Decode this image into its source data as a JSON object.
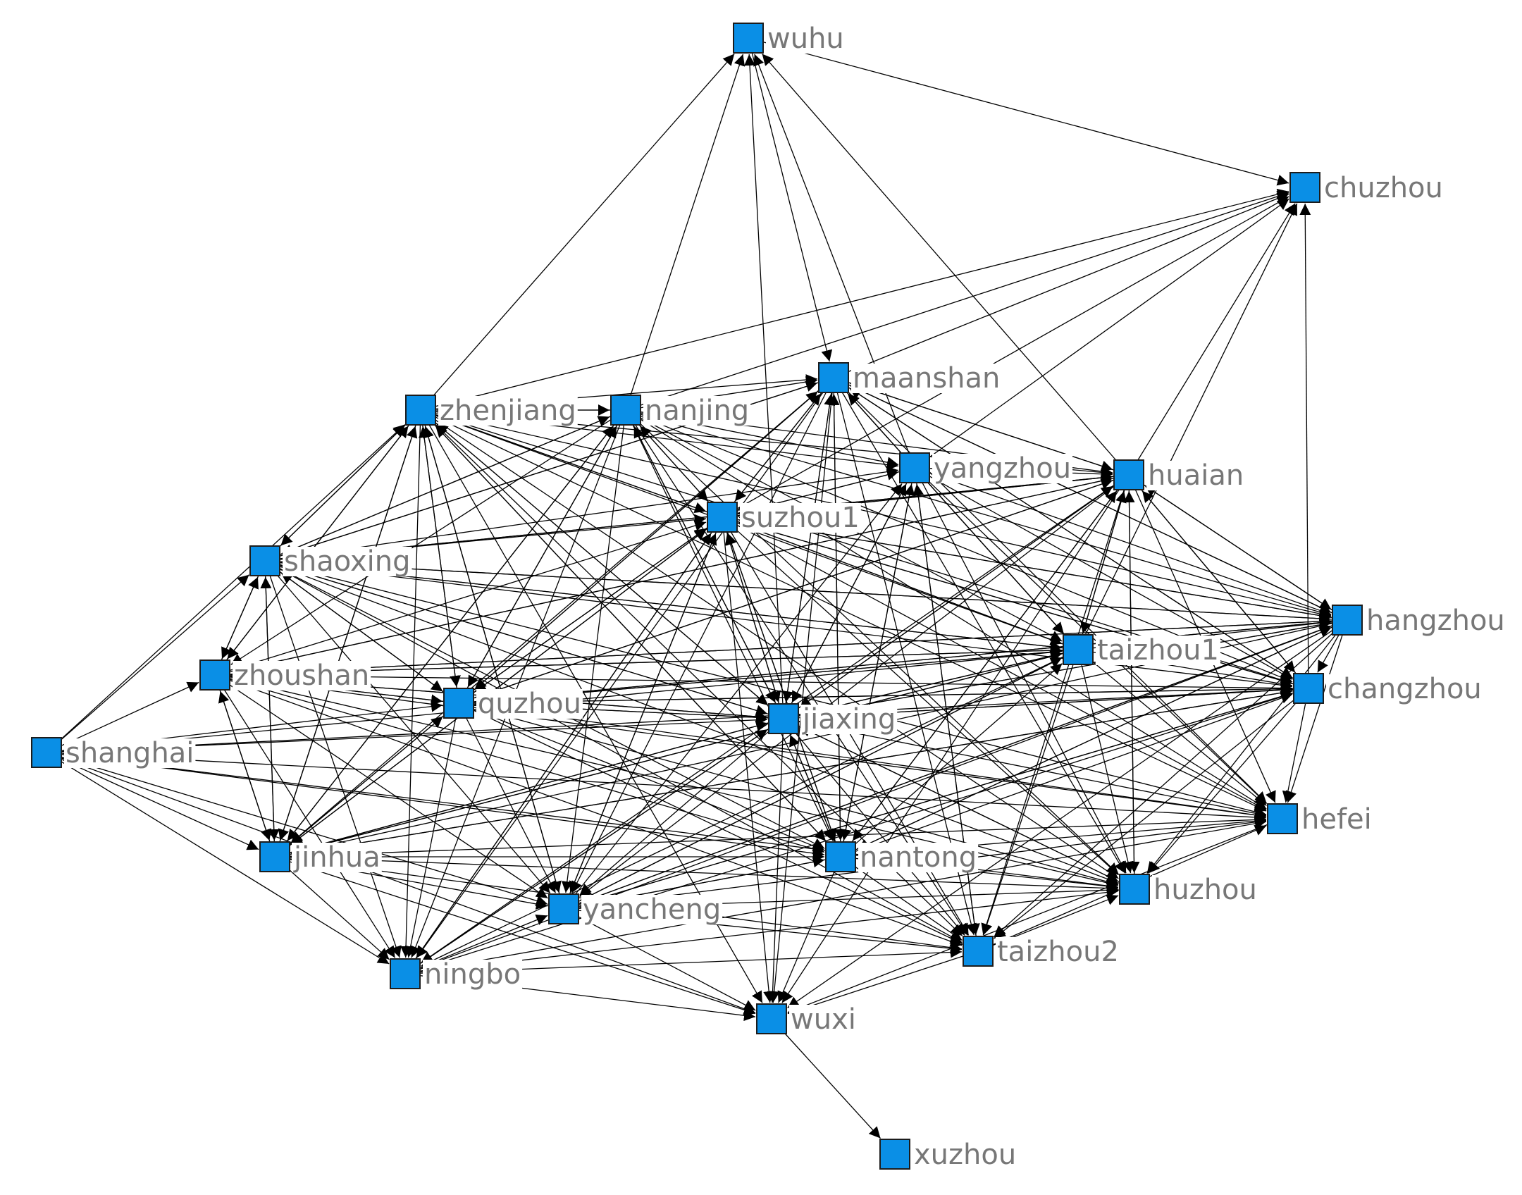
{
  "graph": {
    "node_color": "#0a8fe6",
    "edge_color": "#000000",
    "label_color": "#777777",
    "nodes": [
      {
        "id": "wuhu",
        "label": "wuhu"
      },
      {
        "id": "chuzhou",
        "label": "chuzhou"
      },
      {
        "id": "maanshan",
        "label": "maanshan"
      },
      {
        "id": "zhenjiang",
        "label": "zhenjiang"
      },
      {
        "id": "nanjing",
        "label": "nanjing"
      },
      {
        "id": "yangzhou",
        "label": "yangzhou"
      },
      {
        "id": "huaian",
        "label": "huaian"
      },
      {
        "id": "suzhou1",
        "label": "suzhou1"
      },
      {
        "id": "shaoxing",
        "label": "shaoxing"
      },
      {
        "id": "hangzhou",
        "label": "hangzhou"
      },
      {
        "id": "taizhou1",
        "label": "taizhou1"
      },
      {
        "id": "zhoushan",
        "label": "zhoushan"
      },
      {
        "id": "quzhou",
        "label": "quzhou"
      },
      {
        "id": "jiaxing",
        "label": "jiaxing"
      },
      {
        "id": "changzhou",
        "label": "changzhou"
      },
      {
        "id": "shanghai",
        "label": "shanghai"
      },
      {
        "id": "hefei",
        "label": "hefei"
      },
      {
        "id": "jinhua",
        "label": "jinhua"
      },
      {
        "id": "nantong",
        "label": "nantong"
      },
      {
        "id": "huzhou",
        "label": "huzhou"
      },
      {
        "id": "yancheng",
        "label": "yancheng"
      },
      {
        "id": "taizhou2",
        "label": "taizhou2"
      },
      {
        "id": "ningbo",
        "label": "ningbo"
      },
      {
        "id": "wuxi",
        "label": "wuxi"
      },
      {
        "id": "xuzhou",
        "label": "xuzhou"
      }
    ],
    "edges": [
      [
        "zhenjiang",
        "wuhu"
      ],
      [
        "nanjing",
        "wuhu"
      ],
      [
        "wuhu",
        "maanshan"
      ],
      [
        "wuhu",
        "chuzhou"
      ],
      [
        "huaian",
        "wuhu"
      ],
      [
        "jiaxing",
        "wuhu"
      ],
      [
        "yangzhou",
        "wuhu"
      ],
      [
        "zhenjiang",
        "chuzhou"
      ],
      [
        "nanjing",
        "chuzhou"
      ],
      [
        "yangzhou",
        "chuzhou"
      ],
      [
        "huaian",
        "chuzhou"
      ],
      [
        "changzhou",
        "chuzhou"
      ],
      [
        "suzhou1",
        "chuzhou"
      ],
      [
        "taizhou1",
        "chuzhou"
      ],
      [
        "maanshan",
        "chuzhou"
      ],
      [
        "shanghai",
        "zhenjiang"
      ],
      [
        "shanghai",
        "shaoxing"
      ],
      [
        "shanghai",
        "zhoushan"
      ],
      [
        "shanghai",
        "jinhua"
      ],
      [
        "shanghai",
        "ningbo"
      ],
      [
        "shanghai",
        "quzhou"
      ],
      [
        "shanghai",
        "jiaxing"
      ],
      [
        "shanghai",
        "hefei"
      ],
      [
        "shanghai",
        "wuxi"
      ],
      [
        "shanghai",
        "nantong"
      ],
      [
        "shanghai",
        "taizhou1"
      ],
      [
        "shanghai",
        "huzhou"
      ],
      [
        "shanghai",
        "yancheng"
      ],
      [
        "shanghai",
        "changzhou"
      ],
      [
        "wuxi",
        "xuzhou"
      ],
      [
        "ningbo",
        "wuxi"
      ],
      [
        "taizhou2",
        "wuxi"
      ],
      [
        "yancheng",
        "wuxi"
      ],
      [
        "jinhua",
        "wuxi"
      ],
      [
        "nantong",
        "wuxi"
      ],
      [
        "jiaxing",
        "wuxi"
      ],
      [
        "suzhou1",
        "wuxi"
      ],
      [
        "zhenjiang",
        "wuxi"
      ],
      [
        "huaian",
        "wuxi"
      ],
      [
        "hangzhou",
        "wuxi"
      ],
      [
        "maanshan",
        "wuxi"
      ],
      [
        "hefei",
        "wuxi"
      ],
      [
        "zhenjiang",
        "maanshan"
      ],
      [
        "nanjing",
        "maanshan"
      ],
      [
        "yangzhou",
        "maanshan"
      ],
      [
        "huaian",
        "maanshan"
      ],
      [
        "suzhou1",
        "maanshan"
      ],
      [
        "jiaxing",
        "maanshan"
      ],
      [
        "taizhou1",
        "maanshan"
      ],
      [
        "nantong",
        "maanshan"
      ],
      [
        "shaoxing",
        "maanshan"
      ],
      [
        "quzhou",
        "maanshan"
      ],
      [
        "hangzhou",
        "maanshan"
      ],
      [
        "changzhou",
        "maanshan"
      ],
      [
        "zhenjiang",
        "huaian"
      ],
      [
        "nanjing",
        "huaian"
      ],
      [
        "maanshan",
        "huaian"
      ],
      [
        "yangzhou",
        "huaian"
      ],
      [
        "suzhou1",
        "huaian"
      ],
      [
        "shaoxing",
        "huaian"
      ],
      [
        "taizhou1",
        "huaian"
      ],
      [
        "hangzhou",
        "huaian"
      ],
      [
        "changzhou",
        "huaian"
      ],
      [
        "jiaxing",
        "huaian"
      ],
      [
        "nantong",
        "huaian"
      ],
      [
        "huzhou",
        "huaian"
      ],
      [
        "quzhou",
        "huaian"
      ],
      [
        "zhoushan",
        "huaian"
      ],
      [
        "zhenjiang",
        "yangzhou"
      ],
      [
        "nanjing",
        "yangzhou"
      ],
      [
        "suzhou1",
        "yangzhou"
      ],
      [
        "shaoxing",
        "yangzhou"
      ],
      [
        "jiaxing",
        "yangzhou"
      ],
      [
        "nantong",
        "yangzhou"
      ],
      [
        "taizhou2",
        "yangzhou"
      ],
      [
        "yancheng",
        "yangzhou"
      ],
      [
        "nanjing",
        "zhenjiang"
      ],
      [
        "shaoxing",
        "zhenjiang"
      ],
      [
        "zhoushan",
        "zhenjiang"
      ],
      [
        "jinhua",
        "zhenjiang"
      ],
      [
        "quzhou",
        "zhenjiang"
      ],
      [
        "suzhou1",
        "zhenjiang"
      ],
      [
        "jiaxing",
        "zhenjiang"
      ],
      [
        "yancheng",
        "zhenjiang"
      ],
      [
        "nantong",
        "zhenjiang"
      ],
      [
        "zhenjiang",
        "nanjing"
      ],
      [
        "shaoxing",
        "nanjing"
      ],
      [
        "suzhou1",
        "nanjing"
      ],
      [
        "jiaxing",
        "nanjing"
      ],
      [
        "quzhou",
        "nanjing"
      ],
      [
        "jinhua",
        "nanjing"
      ],
      [
        "zhenjiang",
        "hangzhou"
      ],
      [
        "nanjing",
        "hangzhou"
      ],
      [
        "maanshan",
        "hangzhou"
      ],
      [
        "yangzhou",
        "hangzhou"
      ],
      [
        "huaian",
        "hangzhou"
      ],
      [
        "suzhou1",
        "hangzhou"
      ],
      [
        "shaoxing",
        "hangzhou"
      ],
      [
        "zhoushan",
        "hangzhou"
      ],
      [
        "quzhou",
        "hangzhou"
      ],
      [
        "jiaxing",
        "hangzhou"
      ],
      [
        "taizhou1",
        "hangzhou"
      ],
      [
        "nantong",
        "hangzhou"
      ],
      [
        "yancheng",
        "hangzhou"
      ],
      [
        "zhenjiang",
        "changzhou"
      ],
      [
        "nanjing",
        "changzhou"
      ],
      [
        "maanshan",
        "changzhou"
      ],
      [
        "yangzhou",
        "changzhou"
      ],
      [
        "huaian",
        "changzhou"
      ],
      [
        "suzhou1",
        "changzhou"
      ],
      [
        "shaoxing",
        "changzhou"
      ],
      [
        "zhoushan",
        "changzhou"
      ],
      [
        "quzhou",
        "changzhou"
      ],
      [
        "jiaxing",
        "changzhou"
      ],
      [
        "taizhou1",
        "changzhou"
      ],
      [
        "hangzhou",
        "changzhou"
      ],
      [
        "jinhua",
        "changzhou"
      ],
      [
        "nantong",
        "changzhou"
      ],
      [
        "yancheng",
        "changzhou"
      ],
      [
        "ningbo",
        "changzhou"
      ],
      [
        "zhenjiang",
        "hefei"
      ],
      [
        "nanjing",
        "hefei"
      ],
      [
        "maanshan",
        "hefei"
      ],
      [
        "yangzhou",
        "hefei"
      ],
      [
        "huaian",
        "hefei"
      ],
      [
        "suzhou1",
        "hefei"
      ],
      [
        "shaoxing",
        "hefei"
      ],
      [
        "zhoushan",
        "hefei"
      ],
      [
        "quzhou",
        "hefei"
      ],
      [
        "jiaxing",
        "hefei"
      ],
      [
        "taizhou1",
        "hefei"
      ],
      [
        "hangzhou",
        "hefei"
      ],
      [
        "changzhou",
        "hefei"
      ],
      [
        "jinhua",
        "hefei"
      ],
      [
        "nantong",
        "hefei"
      ],
      [
        "yancheng",
        "hefei"
      ],
      [
        "ningbo",
        "hefei"
      ],
      [
        "taizhou2",
        "hefei"
      ],
      [
        "zhenjiang",
        "taizhou1"
      ],
      [
        "nanjing",
        "taizhou1"
      ],
      [
        "maanshan",
        "taizhou1"
      ],
      [
        "yangzhou",
        "taizhou1"
      ],
      [
        "huaian",
        "taizhou1"
      ],
      [
        "suzhou1",
        "taizhou1"
      ],
      [
        "shaoxing",
        "taizhou1"
      ],
      [
        "zhoushan",
        "taizhou1"
      ],
      [
        "quzhou",
        "taizhou1"
      ],
      [
        "jiaxing",
        "taizhou1"
      ],
      [
        "jinhua",
        "taizhou1"
      ],
      [
        "nantong",
        "taizhou1"
      ],
      [
        "yancheng",
        "taizhou1"
      ],
      [
        "zhenjiang",
        "huzhou"
      ],
      [
        "nanjing",
        "huzhou"
      ],
      [
        "maanshan",
        "huzhou"
      ],
      [
        "yangzhou",
        "huzhou"
      ],
      [
        "huaian",
        "huzhou"
      ],
      [
        "suzhou1",
        "huzhou"
      ],
      [
        "shaoxing",
        "huzhou"
      ],
      [
        "zhoushan",
        "huzhou"
      ],
      [
        "quzhou",
        "huzhou"
      ],
      [
        "jiaxing",
        "huzhou"
      ],
      [
        "taizhou1",
        "huzhou"
      ],
      [
        "hangzhou",
        "huzhou"
      ],
      [
        "changzhou",
        "huzhou"
      ],
      [
        "jinhua",
        "huzhou"
      ],
      [
        "nantong",
        "huzhou"
      ],
      [
        "yancheng",
        "huzhou"
      ],
      [
        "ningbo",
        "huzhou"
      ],
      [
        "taizhou2",
        "huzhou"
      ],
      [
        "zhenjiang",
        "taizhou2"
      ],
      [
        "nanjing",
        "taizhou2"
      ],
      [
        "maanshan",
        "taizhou2"
      ],
      [
        "yangzhou",
        "taizhou2"
      ],
      [
        "huaian",
        "taizhou2"
      ],
      [
        "suzhou1",
        "taizhou2"
      ],
      [
        "shaoxing",
        "taizhou2"
      ],
      [
        "zhoushan",
        "taizhou2"
      ],
      [
        "quzhou",
        "taizhou2"
      ],
      [
        "jiaxing",
        "taizhou2"
      ],
      [
        "taizhou1",
        "taizhou2"
      ],
      [
        "hangzhou",
        "taizhou2"
      ],
      [
        "changzhou",
        "taizhou2"
      ],
      [
        "jinhua",
        "taizhou2"
      ],
      [
        "nantong",
        "taizhou2"
      ],
      [
        "yancheng",
        "taizhou2"
      ],
      [
        "ningbo",
        "taizhou2"
      ],
      [
        "zhenjiang",
        "nantong"
      ],
      [
        "nanjing",
        "nantong"
      ],
      [
        "maanshan",
        "nantong"
      ],
      [
        "yangzhou",
        "nantong"
      ],
      [
        "huaian",
        "nantong"
      ],
      [
        "suzhou1",
        "nantong"
      ],
      [
        "shaoxing",
        "nantong"
      ],
      [
        "zhoushan",
        "nantong"
      ],
      [
        "quzhou",
        "nantong"
      ],
      [
        "jiaxing",
        "nantong"
      ],
      [
        "hangzhou",
        "nantong"
      ],
      [
        "jinhua",
        "nantong"
      ],
      [
        "yancheng",
        "nantong"
      ],
      [
        "zhenjiang",
        "yancheng"
      ],
      [
        "nanjing",
        "yancheng"
      ],
      [
        "maanshan",
        "yancheng"
      ],
      [
        "huaian",
        "yancheng"
      ],
      [
        "suzhou1",
        "yancheng"
      ],
      [
        "shaoxing",
        "yancheng"
      ],
      [
        "zhoushan",
        "yancheng"
      ],
      [
        "quzhou",
        "yancheng"
      ],
      [
        "jiaxing",
        "yancheng"
      ],
      [
        "taizhou1",
        "yancheng"
      ],
      [
        "hangzhou",
        "yancheng"
      ],
      [
        "changzhou",
        "yancheng"
      ],
      [
        "jinhua",
        "yancheng"
      ],
      [
        "nantong",
        "yancheng"
      ],
      [
        "ningbo",
        "yancheng"
      ],
      [
        "zhenjiang",
        "jiaxing"
      ],
      [
        "nanjing",
        "jiaxing"
      ],
      [
        "maanshan",
        "jiaxing"
      ],
      [
        "yangzhou",
        "jiaxing"
      ],
      [
        "huaian",
        "jiaxing"
      ],
      [
        "suzhou1",
        "jiaxing"
      ],
      [
        "shaoxing",
        "jiaxing"
      ],
      [
        "zhoushan",
        "jiaxing"
      ],
      [
        "quzhou",
        "jiaxing"
      ],
      [
        "taizhou1",
        "jiaxing"
      ],
      [
        "hangzhou",
        "jiaxing"
      ],
      [
        "changzhou",
        "jiaxing"
      ],
      [
        "jinhua",
        "jiaxing"
      ],
      [
        "nantong",
        "jiaxing"
      ],
      [
        "ningbo",
        "jiaxing"
      ],
      [
        "huzhou",
        "jiaxing"
      ],
      [
        "zhenjiang",
        "quzhou"
      ],
      [
        "nanjing",
        "quzhou"
      ],
      [
        "maanshan",
        "quzhou"
      ],
      [
        "huaian",
        "quzhou"
      ],
      [
        "suzhou1",
        "quzhou"
      ],
      [
        "shaoxing",
        "quzhou"
      ],
      [
        "zhoushan",
        "quzhou"
      ],
      [
        "jinhua",
        "quzhou"
      ],
      [
        "jiaxing",
        "quzhou"
      ],
      [
        "taizhou1",
        "quzhou"
      ],
      [
        "hangzhou",
        "quzhou"
      ],
      [
        "changzhou",
        "quzhou"
      ],
      [
        "zhenjiang",
        "jinhua"
      ],
      [
        "nanjing",
        "jinhua"
      ],
      [
        "maanshan",
        "jinhua"
      ],
      [
        "suzhou1",
        "jinhua"
      ],
      [
        "shaoxing",
        "jinhua"
      ],
      [
        "zhoushan",
        "jinhua"
      ],
      [
        "quzhou",
        "jinhua"
      ],
      [
        "jiaxing",
        "jinhua"
      ],
      [
        "taizhou1",
        "jinhua"
      ],
      [
        "hangzhou",
        "jinhua"
      ],
      [
        "changzhou",
        "jinhua"
      ],
      [
        "zhenjiang",
        "ningbo"
      ],
      [
        "nanjing",
        "ningbo"
      ],
      [
        "maanshan",
        "ningbo"
      ],
      [
        "suzhou1",
        "ningbo"
      ],
      [
        "shaoxing",
        "ningbo"
      ],
      [
        "zhoushan",
        "ningbo"
      ],
      [
        "quzhou",
        "ningbo"
      ],
      [
        "jinhua",
        "ningbo"
      ],
      [
        "jiaxing",
        "ningbo"
      ],
      [
        "taizhou1",
        "ningbo"
      ],
      [
        "hangzhou",
        "ningbo"
      ],
      [
        "huaian",
        "ningbo"
      ],
      [
        "zhenjiang",
        "suzhou1"
      ],
      [
        "nanjing",
        "suzhou1"
      ],
      [
        "maanshan",
        "suzhou1"
      ],
      [
        "yangzhou",
        "suzhou1"
      ],
      [
        "huaian",
        "suzhou1"
      ],
      [
        "shaoxing",
        "suzhou1"
      ],
      [
        "zhoushan",
        "suzhou1"
      ],
      [
        "quzhou",
        "suzhou1"
      ],
      [
        "jiaxing",
        "suzhou1"
      ],
      [
        "taizhou1",
        "suzhou1"
      ],
      [
        "hangzhou",
        "suzhou1"
      ],
      [
        "changzhou",
        "suzhou1"
      ],
      [
        "jinhua",
        "suzhou1"
      ],
      [
        "nantong",
        "suzhou1"
      ],
      [
        "yancheng",
        "suzhou1"
      ],
      [
        "ningbo",
        "suzhou1"
      ],
      [
        "zhenjiang",
        "shaoxing"
      ],
      [
        "nanjing",
        "shaoxing"
      ],
      [
        "maanshan",
        "shaoxing"
      ],
      [
        "zhoushan",
        "shaoxing"
      ],
      [
        "jinhua",
        "shaoxing"
      ],
      [
        "quzhou",
        "shaoxing"
      ],
      [
        "jiaxing",
        "shaoxing"
      ],
      [
        "hangzhou",
        "shaoxing"
      ],
      [
        "huaian",
        "shaoxing"
      ],
      [
        "taizhou1",
        "shaoxing"
      ],
      [
        "zhenjiang",
        "zhoushan"
      ],
      [
        "nanjing",
        "zhoushan"
      ],
      [
        "shaoxing",
        "zhoushan"
      ],
      [
        "jinhua",
        "zhoushan"
      ],
      [
        "quzhou",
        "zhoushan"
      ],
      [
        "jiaxing",
        "zhoushan"
      ],
      [
        "hangzhou",
        "zhoushan"
      ],
      [
        "taizhou1",
        "zhoushan"
      ],
      [
        "huaian",
        "zhoushan"
      ]
    ]
  }
}
